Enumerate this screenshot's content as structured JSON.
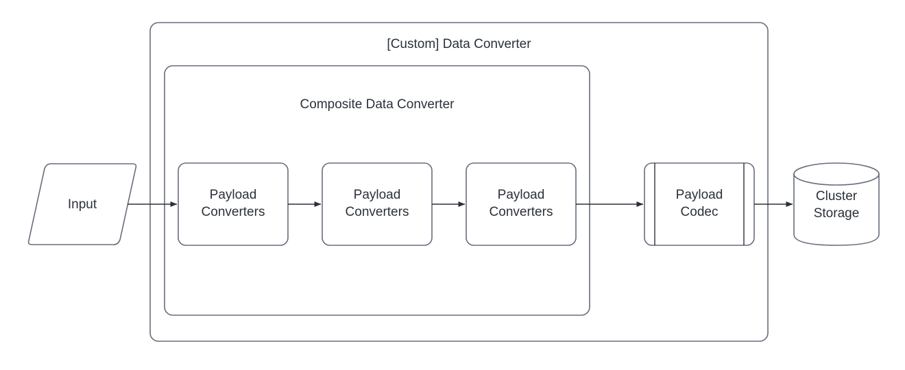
{
  "diagram": {
    "title": "[Custom] Data Converter",
    "theme": {
      "background": "#ffffff",
      "stroke": "#666d7a",
      "text": "#2b3039",
      "arrow": "#2b3039",
      "fill": "#ffffff"
    },
    "containers": [
      {
        "id": "custom-data-converter",
        "label": "[Custom] Data Converter",
        "shape": "rounded-rectangle"
      },
      {
        "id": "composite-data-converter",
        "label": "Composite Data Converter",
        "shape": "rounded-rectangle"
      }
    ],
    "nodes": [
      {
        "id": "input",
        "label": "Input",
        "shape": "parallelogram"
      },
      {
        "id": "payload-converters-1",
        "label": "Payload\nConverters",
        "shape": "rounded-rectangle"
      },
      {
        "id": "payload-converters-2",
        "label": "Payload\nConverters",
        "shape": "rounded-rectangle"
      },
      {
        "id": "payload-converters-3",
        "label": "Payload\nConverters",
        "shape": "rounded-rectangle"
      },
      {
        "id": "payload-codec",
        "label": "Payload\nCodec",
        "shape": "predefined-process"
      },
      {
        "id": "cluster-storage",
        "label": "Cluster\nStorage",
        "shape": "cylinder"
      }
    ],
    "edges": [
      {
        "id": "edge-input-pc1",
        "from": "input",
        "to": "payload-converters-1",
        "arrow": "single"
      },
      {
        "id": "edge-pc1-pc2",
        "from": "payload-converters-1",
        "to": "payload-converters-2",
        "arrow": "single"
      },
      {
        "id": "edge-pc2-pc3",
        "from": "payload-converters-2",
        "to": "payload-converters-3",
        "arrow": "single"
      },
      {
        "id": "edge-pc3-codec",
        "from": "payload-converters-3",
        "to": "payload-codec",
        "arrow": "single"
      },
      {
        "id": "edge-codec-storage",
        "from": "payload-codec",
        "to": "cluster-storage",
        "arrow": "single"
      }
    ]
  }
}
